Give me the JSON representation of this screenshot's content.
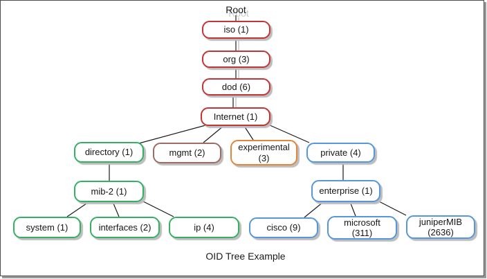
{
  "tree": {
    "root": "Root",
    "caption": "OID Tree Example",
    "nodes": [
      {
        "id": "iso",
        "label": "iso (1)"
      },
      {
        "id": "org",
        "label": "org (3)"
      },
      {
        "id": "dod",
        "label": "dod (6)"
      },
      {
        "id": "internet",
        "label": "Internet (1)"
      },
      {
        "id": "directory",
        "label": "directory (1)"
      },
      {
        "id": "mgmt",
        "label": "mgmt (2)"
      },
      {
        "id": "experimental",
        "label": "experimental",
        "sublabel": "(3)"
      },
      {
        "id": "private",
        "label": "private (4)"
      },
      {
        "id": "mib-2",
        "label": "mib-2 (1)"
      },
      {
        "id": "enterprise",
        "label": "enterprise (1)"
      },
      {
        "id": "system",
        "label": "system (1)"
      },
      {
        "id": "interfaces",
        "label": "interfaces (2)"
      },
      {
        "id": "ip",
        "label": "ip (4)"
      },
      {
        "id": "cisco",
        "label": "cisco (9)"
      },
      {
        "id": "microsoft",
        "label": "microsoft",
        "sublabel": "(311)"
      },
      {
        "id": "junipermib",
        "label": "juniperMIB",
        "sublabel": "(2636)"
      }
    ],
    "colors": {
      "red": "#c53434",
      "brown": "#9e6b66",
      "orange": "#e2863c",
      "green": "#33b163",
      "blue": "#5596dc",
      "node_shadow": "#bdbdbd",
      "connector": "#1a1a1a",
      "connector_ghost": "#c9c9c9"
    }
  }
}
